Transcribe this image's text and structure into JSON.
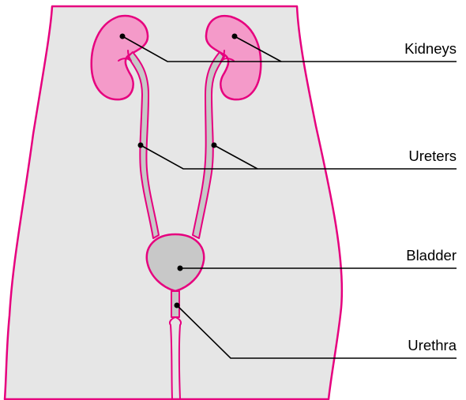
{
  "labels": {
    "kidneys": "Kidneys",
    "ureters": "Ureters",
    "bladder": "Bladder",
    "urethra": "Urethra"
  },
  "colors": {
    "outline": "#e6007e",
    "kidney_fill": "#f49ac9",
    "body_fill": "#e6e6e6",
    "bladder_fill": "#c8c8c8",
    "tube_fill": "#c8c8c8",
    "leader": "#000000"
  }
}
